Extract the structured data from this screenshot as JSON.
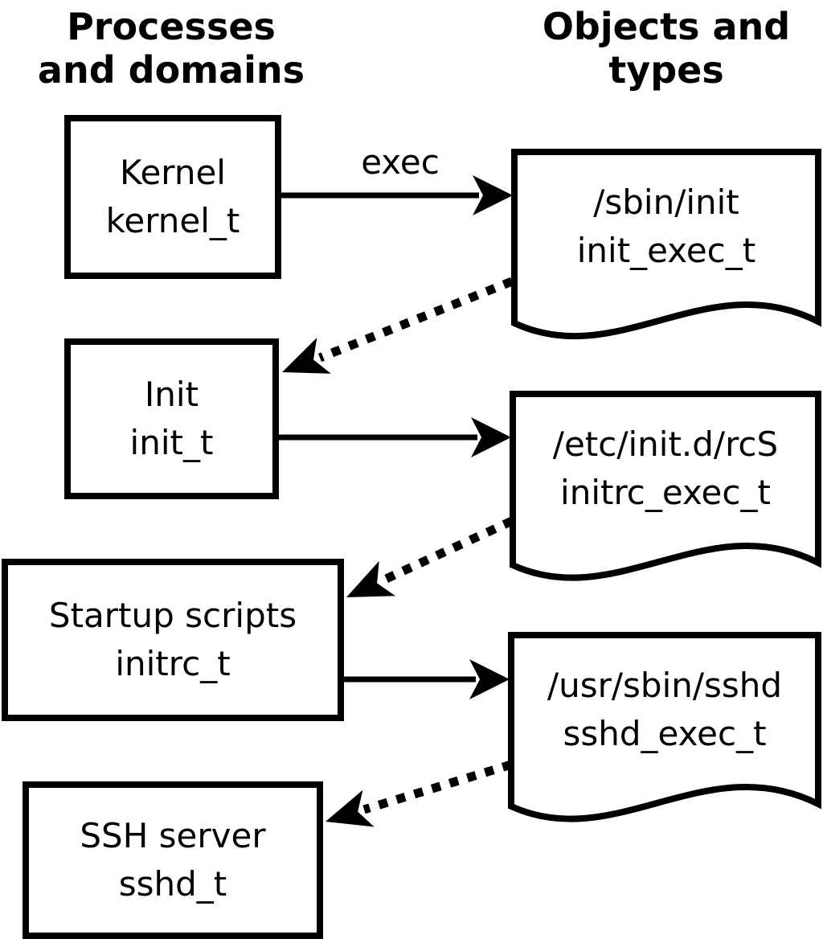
{
  "headers": {
    "left": {
      "line1": "Processes",
      "line2": "and domains"
    },
    "right": {
      "line1": "Objects and",
      "line2": "types"
    }
  },
  "boxes": [
    {
      "label": "Kernel",
      "type": "kernel_t"
    },
    {
      "label": "Init",
      "type": "init_t"
    },
    {
      "label": "Startup scripts",
      "type": "initrc_t"
    },
    {
      "label": "SSH server",
      "type": "sshd_t"
    }
  ],
  "documents": [
    {
      "path": "/sbin/init",
      "type": "init_exec_t"
    },
    {
      "path": "/etc/init.d/rcS",
      "type": "initrc_exec_t"
    },
    {
      "path": "/usr/sbin/sshd",
      "type": "sshd_exec_t"
    }
  ],
  "arrows": {
    "exec_label": "exec"
  },
  "colors": {
    "line": "#000000",
    "background": "#ffffff"
  }
}
